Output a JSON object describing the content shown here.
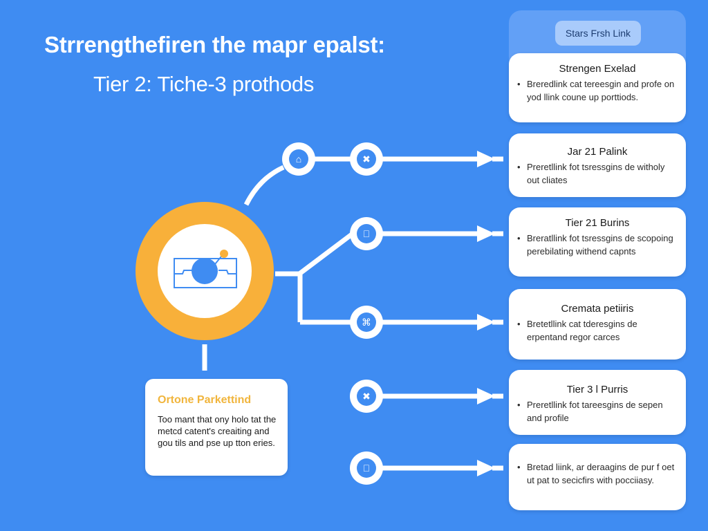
{
  "header": {
    "title": "Strrengthefiren the mapr epalst:",
    "subtitle": "Tier 2: Tiche-3 prothods"
  },
  "colors": {
    "background": "#3f8cf2",
    "hub_ring": "#f8b03a",
    "panel": "#62a0f6",
    "pill": "#a9cbfb",
    "card": "#ffffff",
    "accent_text": "#f1b53c"
  },
  "hub": {
    "icon": "network-map-icon"
  },
  "info_card": {
    "title": "Ortone Parkettind",
    "body": "Too mant that ony holo tat the metcd catent's creaiting and gou tils and pse up tton eries."
  },
  "right_panel": {
    "pill_label": "Stars Frsh Link",
    "cards": [
      {
        "title": "Strengen Exelad",
        "body": "Breredlink cat tereesgin and profe on yod llink coune up porttiods."
      },
      {
        "title": "Jar 21 Palink",
        "body": "Preretllink fot tsressgins de witholy out cliates"
      },
      {
        "title": "Tier 21 Burins",
        "body": "Breratllink fot tsressgins de scopoing perebilating withend capnts"
      },
      {
        "title": "Cremata petiiris",
        "body": "Bretetllink cat tderesgins de erpentand regor carces"
      },
      {
        "title": "Tier 3 l Purris",
        "body": "Preretllink fot tareesgins de sepen and profile"
      },
      {
        "title": "",
        "body": "Bretad liink, ar deraagins de pur f oet ut pat to secicfirs with pocciiasy."
      }
    ]
  },
  "nodes": [
    {
      "icon": "basket-icon",
      "glyph": "⌂"
    },
    {
      "icon": "cross-tool-icon",
      "glyph": "✖"
    },
    {
      "icon": "lock-icon",
      "glyph": "⎕"
    },
    {
      "icon": "grid-icon",
      "glyph": "⌘"
    },
    {
      "icon": "cross-tool-icon",
      "glyph": "✖"
    },
    {
      "icon": "lock-icon",
      "glyph": "⎕"
    }
  ]
}
